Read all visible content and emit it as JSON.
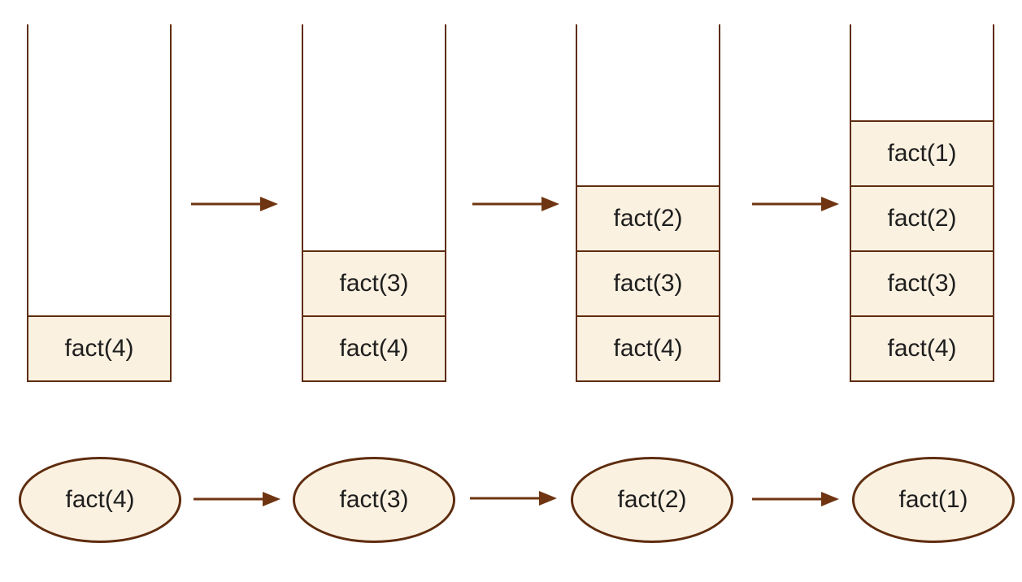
{
  "colors": {
    "stroke": "#5e2c0e",
    "arrow": "#6f3512",
    "fill": "#fbf1e1",
    "text": "#1e1e1e",
    "background": "#ffffff"
  },
  "stacks_row": {
    "stacks": [
      {
        "frames": [
          "fact(4)"
        ]
      },
      {
        "frames": [
          "fact(3)",
          "fact(4)"
        ]
      },
      {
        "frames": [
          "fact(2)",
          "fact(3)",
          "fact(4)"
        ]
      },
      {
        "frames": [
          "fact(1)",
          "fact(2)",
          "fact(3)",
          "fact(4)"
        ]
      }
    ]
  },
  "nodes_row": {
    "nodes": [
      {
        "label": "fact(4)"
      },
      {
        "label": "fact(3)"
      },
      {
        "label": "fact(2)"
      },
      {
        "label": "fact(1)"
      }
    ]
  }
}
